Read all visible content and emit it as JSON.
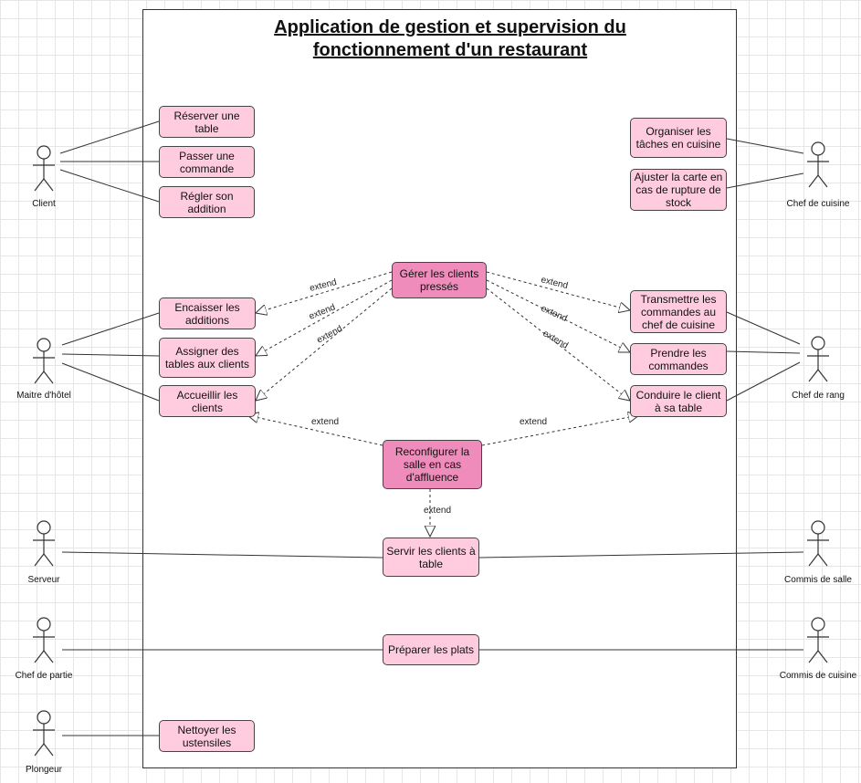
{
  "title_line1": "Application de gestion et supervision du",
  "title_line2": "fonctionnement d'un restaurant",
  "colors": {
    "use_case_fill": "#ffccdf",
    "use_case_highlight_fill": "#f08cbb",
    "border": "#444444"
  },
  "actors": {
    "client": "Client",
    "maitre_hotel": "Maitre d'hôtel",
    "serveur": "Serveur",
    "chef_partie": "Chef de partie",
    "plongeur": "Plongeur",
    "chef_cuisine": "Chef de cuisine",
    "chef_rang": "Chef de rang",
    "commis_salle": "Commis de salle",
    "commis_cuisine": "Commis de cuisine"
  },
  "use_cases": {
    "reserver_table": "Réserver une table",
    "passer_commande": "Passer une commande",
    "regler_addition": "Régler son addition",
    "organiser_taches": "Organiser les tâches en cuisine",
    "ajuster_carte": "Ajuster la carte en cas de rupture de stock",
    "gerer_clients_presses": "Gérer les clients pressés",
    "encaisser_additions": "Encaisser les additions",
    "assigner_tables": "Assigner des tables aux clients",
    "accueillir_clients": "Accueillir les clients",
    "transmettre_commandes": "Transmettre les commandes au chef de cuisine",
    "prendre_commandes": "Prendre les commandes",
    "conduire_client": "Conduire le client à sa table",
    "reconfigurer_salle": "Reconfigurer la salle en cas d'affluence",
    "servir_clients": "Servir les clients à table",
    "preparer_plats": "Préparer les plats",
    "nettoyer_ustensiles": "Nettoyer les ustensiles"
  },
  "extend_label": "extend"
}
